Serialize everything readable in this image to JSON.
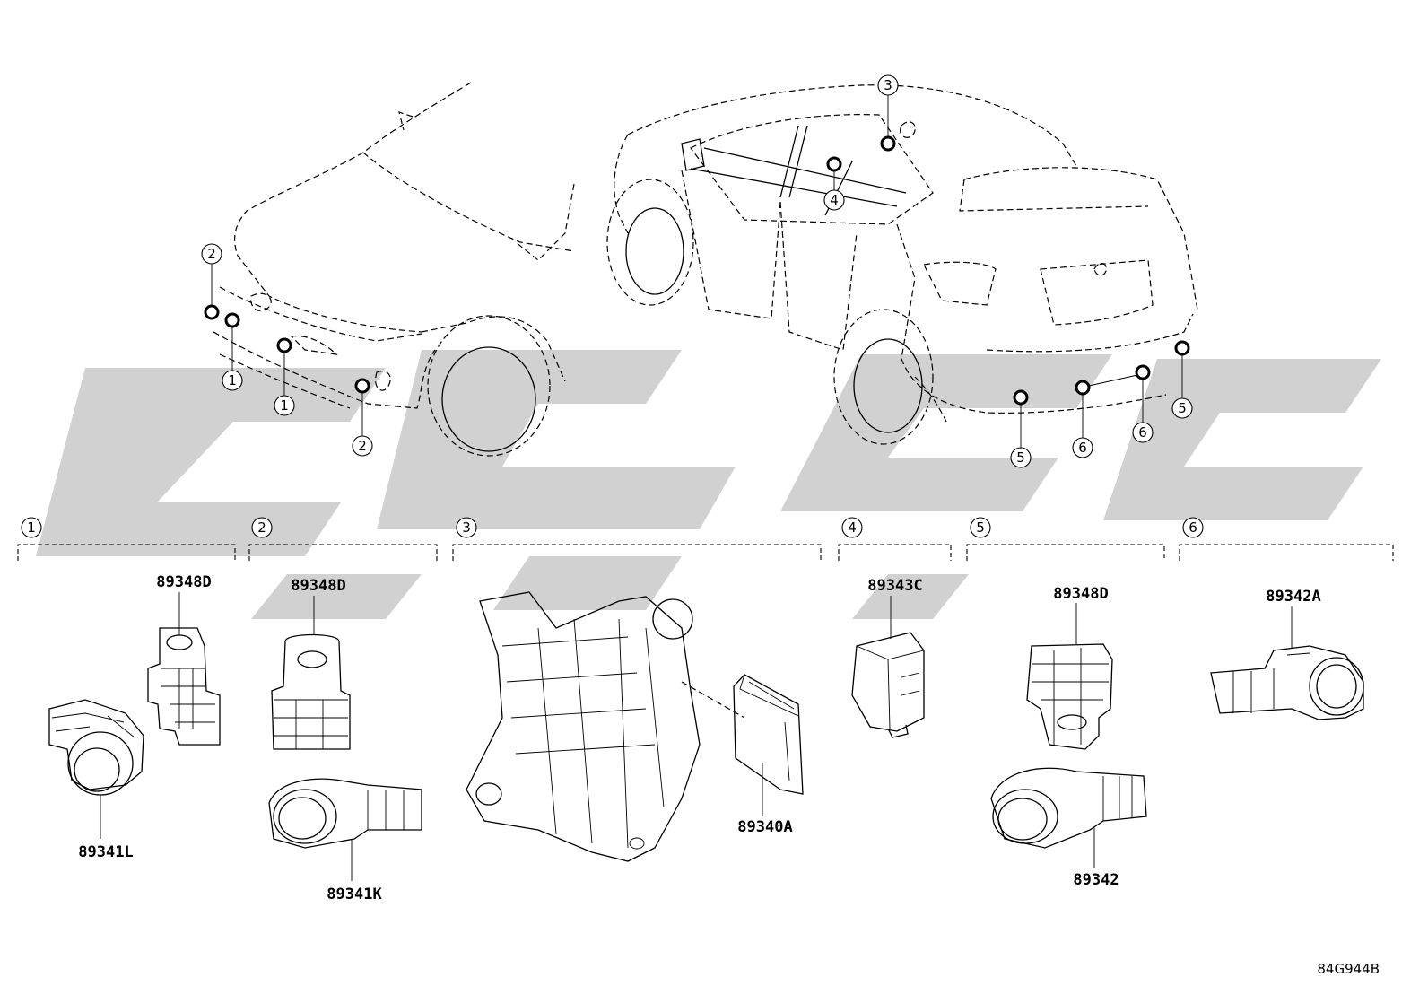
{
  "diagram_ref": "84G944B",
  "groups": [
    {
      "num": "1",
      "parts": [
        "89348D",
        "89341L"
      ]
    },
    {
      "num": "2",
      "parts": [
        "89348D",
        "89341K"
      ]
    },
    {
      "num": "3",
      "parts": [
        "89340A"
      ]
    },
    {
      "num": "4",
      "parts": [
        "89343C"
      ]
    },
    {
      "num": "5",
      "parts": [
        "89348D",
        "89342"
      ]
    },
    {
      "num": "6",
      "parts": [
        "89342A"
      ]
    }
  ],
  "vehicle_callouts": {
    "front": [
      "2",
      "1",
      "1",
      "2"
    ],
    "rear": [
      "3",
      "4",
      "5",
      "6",
      "6",
      "5"
    ]
  }
}
